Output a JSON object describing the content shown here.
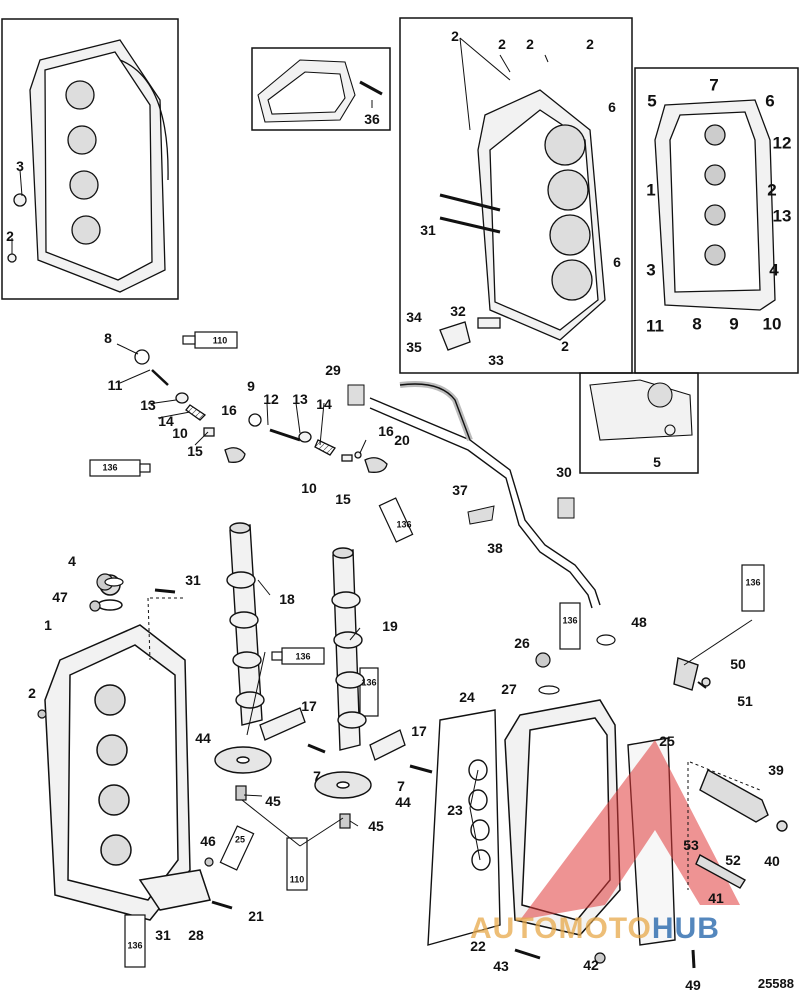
{
  "figure": {
    "number": "25588",
    "watermark_text_part1": "AUTOMOTO",
    "watermark_text_part2": "HUB",
    "line_color": "#111111",
    "fill_color": "#f2f2f2",
    "watermark_red": "#e03a3a"
  },
  "callouts": [
    {
      "id": "c01",
      "label": "3"
    },
    {
      "id": "c02",
      "label": "2"
    },
    {
      "id": "c03",
      "label": "36"
    },
    {
      "id": "c04",
      "label": "2"
    },
    {
      "id": "c05",
      "label": "2"
    },
    {
      "id": "c06",
      "label": "2"
    },
    {
      "id": "c07",
      "label": "2"
    },
    {
      "id": "c08",
      "label": "6"
    },
    {
      "id": "c09",
      "label": "31"
    },
    {
      "id": "c10",
      "label": "6"
    },
    {
      "id": "c11",
      "label": "34"
    },
    {
      "id": "c12",
      "label": "32"
    },
    {
      "id": "c13",
      "label": "35"
    },
    {
      "id": "c14",
      "label": "33"
    },
    {
      "id": "c15",
      "label": "2"
    },
    {
      "id": "c16",
      "label": "5"
    },
    {
      "id": "c17",
      "label": "7"
    },
    {
      "id": "c18",
      "label": "6"
    },
    {
      "id": "c19",
      "label": "12"
    },
    {
      "id": "c20",
      "label": "1"
    },
    {
      "id": "c21",
      "label": "2"
    },
    {
      "id": "c22",
      "label": "13"
    },
    {
      "id": "c23",
      "label": "3"
    },
    {
      "id": "c24",
      "label": "4"
    },
    {
      "id": "c25",
      "label": "11"
    },
    {
      "id": "c26",
      "label": "8"
    },
    {
      "id": "c27",
      "label": "9"
    },
    {
      "id": "c28",
      "label": "10"
    },
    {
      "id": "c29",
      "label": "5"
    },
    {
      "id": "c30",
      "label": "8"
    },
    {
      "id": "c31",
      "label": "110"
    },
    {
      "id": "c32",
      "label": "11"
    },
    {
      "id": "c33",
      "label": "13"
    },
    {
      "id": "c34",
      "label": "14"
    },
    {
      "id": "c35",
      "label": "16"
    },
    {
      "id": "c36",
      "label": "10"
    },
    {
      "id": "c37",
      "label": "15"
    },
    {
      "id": "c38",
      "label": "136"
    },
    {
      "id": "c39",
      "label": "9"
    },
    {
      "id": "c40",
      "label": "12"
    },
    {
      "id": "c41",
      "label": "13"
    },
    {
      "id": "c42",
      "label": "14"
    },
    {
      "id": "c43",
      "label": "16"
    },
    {
      "id": "c44",
      "label": "20"
    },
    {
      "id": "c45",
      "label": "10"
    },
    {
      "id": "c46",
      "label": "15"
    },
    {
      "id": "c47",
      "label": "136"
    },
    {
      "id": "c48",
      "label": "29"
    },
    {
      "id": "c49",
      "label": "37"
    },
    {
      "id": "c50",
      "label": "38"
    },
    {
      "id": "c51",
      "label": "30"
    },
    {
      "id": "c52",
      "label": "4"
    },
    {
      "id": "c53",
      "label": "47"
    },
    {
      "id": "c54",
      "label": "1"
    },
    {
      "id": "c55",
      "label": "2"
    },
    {
      "id": "c56",
      "label": "31"
    },
    {
      "id": "c57",
      "label": "18"
    },
    {
      "id": "c58",
      "label": "136"
    },
    {
      "id": "c59",
      "label": "19"
    },
    {
      "id": "c60",
      "label": "136"
    },
    {
      "id": "c61",
      "label": "17"
    },
    {
      "id": "c62",
      "label": "17"
    },
    {
      "id": "c63",
      "label": "44"
    },
    {
      "id": "c64",
      "label": "7"
    },
    {
      "id": "c65",
      "label": "7"
    },
    {
      "id": "c66",
      "label": "44"
    },
    {
      "id": "c67",
      "label": "45"
    },
    {
      "id": "c68",
      "label": "45"
    },
    {
      "id": "c69",
      "label": "46"
    },
    {
      "id": "c70",
      "label": "25"
    },
    {
      "id": "c71",
      "label": "110"
    },
    {
      "id": "c72",
      "label": "21"
    },
    {
      "id": "c73",
      "label": "31"
    },
    {
      "id": "c74",
      "label": "28"
    },
    {
      "id": "c75",
      "label": "136"
    },
    {
      "id": "c76",
      "label": "136"
    },
    {
      "id": "c77",
      "label": "48"
    },
    {
      "id": "c78",
      "label": "136"
    },
    {
      "id": "c79",
      "label": "26"
    },
    {
      "id": "c80",
      "label": "27"
    },
    {
      "id": "c81",
      "label": "24"
    },
    {
      "id": "c82",
      "label": "50"
    },
    {
      "id": "c83",
      "label": "51"
    },
    {
      "id": "c84",
      "label": "25"
    },
    {
      "id": "c85",
      "label": "39"
    },
    {
      "id": "c86",
      "label": "23"
    },
    {
      "id": "c87",
      "label": "53"
    },
    {
      "id": "c88",
      "label": "52"
    },
    {
      "id": "c89",
      "label": "40"
    },
    {
      "id": "c90",
      "label": "41"
    },
    {
      "id": "c91",
      "label": "22"
    },
    {
      "id": "c92",
      "label": "43"
    },
    {
      "id": "c93",
      "label": "42"
    },
    {
      "id": "c94",
      "label": "49"
    }
  ]
}
